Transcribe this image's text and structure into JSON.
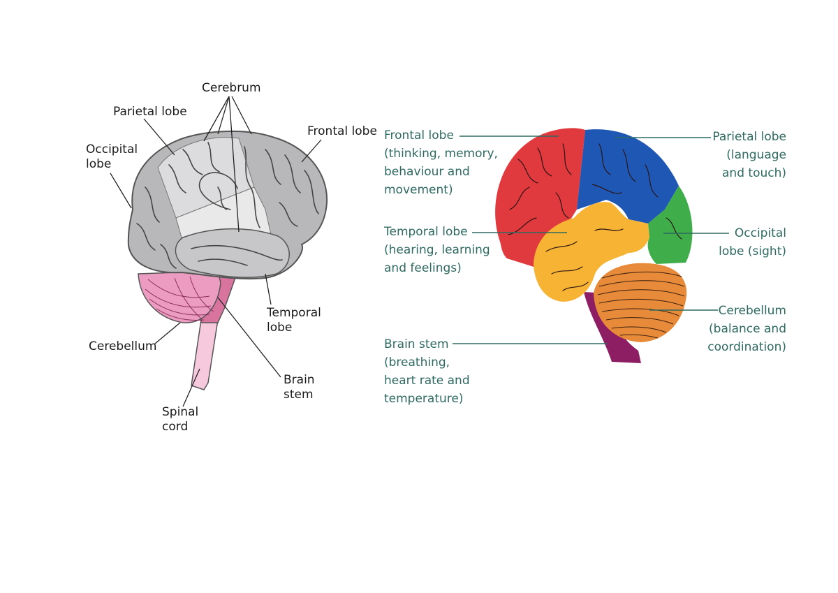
{
  "left_diagram": {
    "labels": {
      "cerebrum": "Cerebrum",
      "parietal": "Parietal lobe",
      "frontal": "Frontal lobe",
      "occipital": "Occipital\nlobe",
      "temporal": "Temporal\nlobe",
      "cerebellum": "Cerebellum",
      "brain_stem": "Brain\nstem",
      "spinal_cord": "Spinal\ncord"
    }
  },
  "right_diagram": {
    "label_color": "#2f6a60",
    "region_colors": {
      "frontal": "#e0393e",
      "parietal": "#1f57b5",
      "occipital": "#3fae4a",
      "temporal": "#f7b334",
      "cerebellum": "#e78a3a",
      "brain_stem": "#8e1e63"
    },
    "labels": {
      "frontal": "Frontal lobe\n(thinking, memory,\nbehaviour and\nmovement)",
      "parietal": "Parietal lobe\n(language\nand touch)",
      "temporal": "Temporal lobe\n(hearing, learning\nand feelings)",
      "occipital": "Occipital\nlobe (sight)",
      "cerebellum": "Cerebellum\n(balance and\ncoordination)",
      "brain_stem": "Brain stem\n(breathing,\nheart rate and\ntemperature)"
    }
  }
}
